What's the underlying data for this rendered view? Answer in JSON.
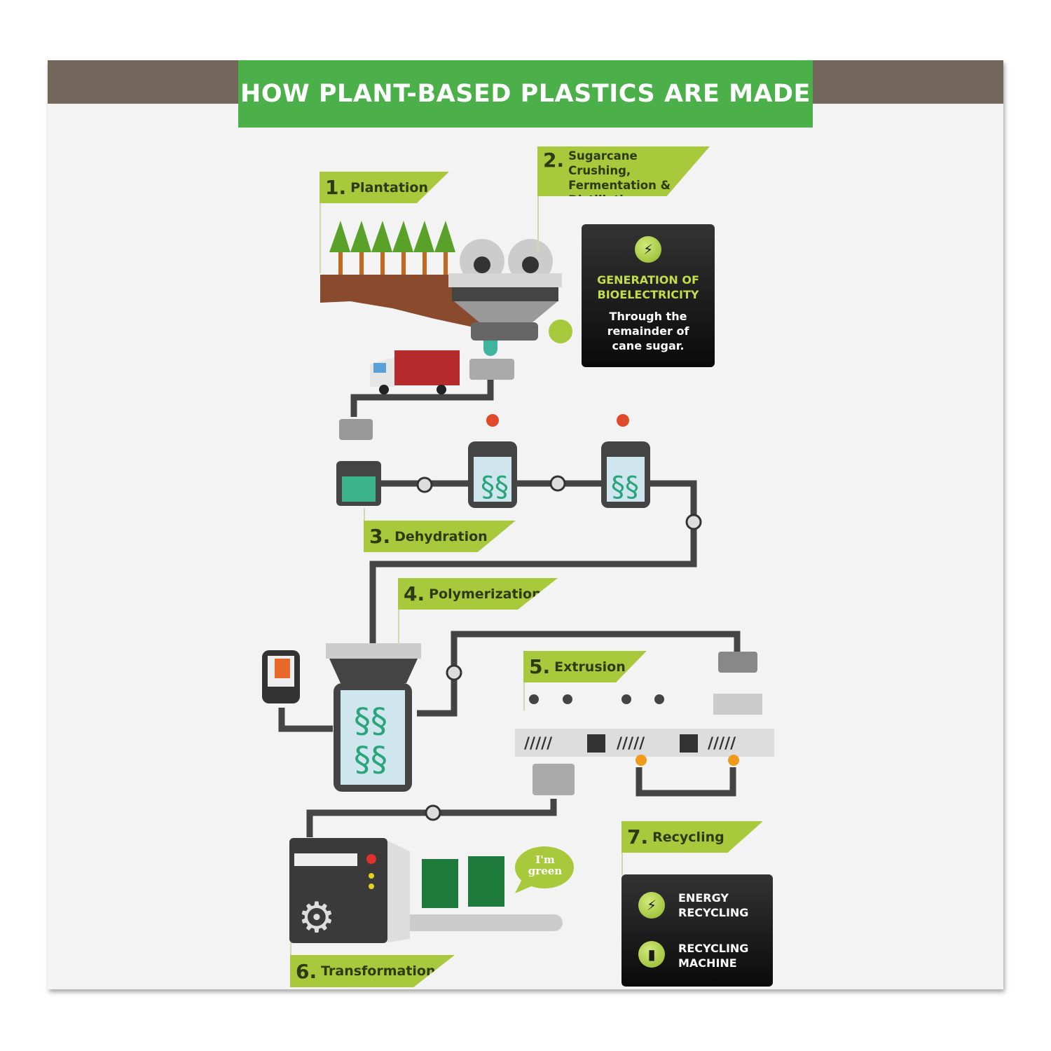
{
  "title": "HOW PLANT-BASED PLASTICS ARE MADE",
  "steps": [
    {
      "num": "1.",
      "label": "Plantation"
    },
    {
      "num": "2.",
      "label": "Sugarcane Crushing, Fermentation & Distillation"
    },
    {
      "num": "3.",
      "label": "Dehydration"
    },
    {
      "num": "4.",
      "label": "Polymerization"
    },
    {
      "num": "5.",
      "label": "Extrusion"
    },
    {
      "num": "6.",
      "label": "Transformation"
    },
    {
      "num": "7.",
      "label": "Recycling"
    }
  ],
  "bioelectricity": {
    "icon": "lightning-icon",
    "heading": "GENERATION OF BIOELECTRICITY",
    "text": "Through the remainder of cane sugar."
  },
  "recycling": [
    {
      "icon": "lightning-icon",
      "label": "ENERGY RECYCLING"
    },
    {
      "icon": "bottle-icon",
      "label": "RECYCLING MACHINE"
    }
  ],
  "speech_bubble": "I'm green",
  "colors": {
    "title_bg": "#4cb04a",
    "band": "#73665a",
    "label_bg": "#a9c93d",
    "accent_text": "#c3dc4a"
  }
}
